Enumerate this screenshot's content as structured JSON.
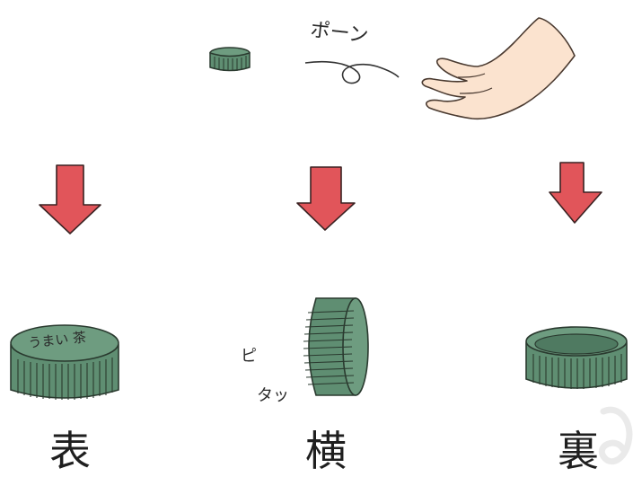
{
  "illustration": {
    "toss_sound": "ポーン",
    "onomatopoeia_stand": "ピタッ",
    "cap_top_print": "うまい 茶",
    "outcomes": [
      {
        "label": "表"
      },
      {
        "label": "横"
      },
      {
        "label": "裏"
      }
    ]
  },
  "colors": {
    "cap_green": "#5f8e72",
    "cap_stroke": "#2a3a2f",
    "arrow_red": "#e1555a",
    "arrow_stroke": "#3a2222",
    "skin": "#fbe3cf",
    "skin_stroke": "#4a3a30",
    "watermark": "#d9d9d9"
  },
  "icons": {
    "arrow": "down-arrow-icon",
    "hand": "open-hand-icon",
    "cap": "bottle-cap-icon",
    "watermark": "watermark-icon"
  }
}
